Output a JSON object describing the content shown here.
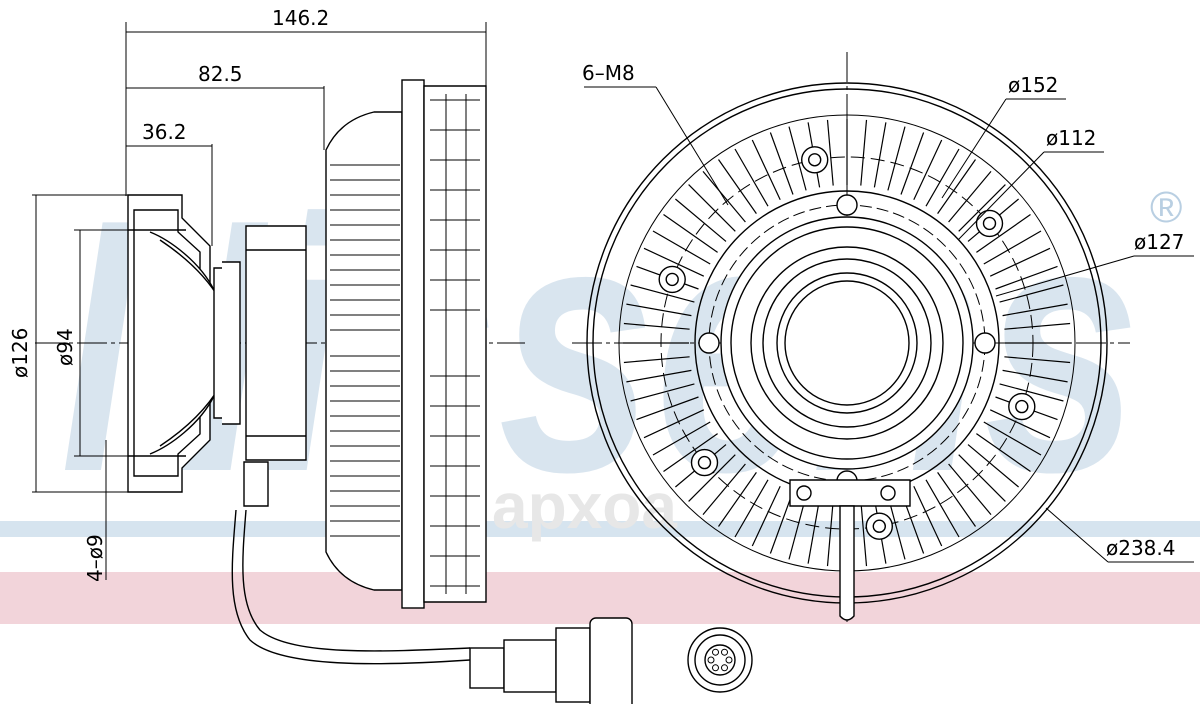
{
  "watermark": {
    "brand": "Nissens",
    "trademark": "®",
    "secondary": "apxoa",
    "band_color": "#f2d4da",
    "stripe_color": "#d6e4ef",
    "logo_color": "#b9cfe2"
  },
  "side_view": {
    "dims": {
      "overall_length": "146.2",
      "hub_length": "82.5",
      "flange_length": "36.2",
      "flange_diameter": "ø126",
      "pilot_diameter": "ø94",
      "bolt_holes": "4–ø9"
    }
  },
  "front_view": {
    "dims": {
      "threaded_holes": "6–M8",
      "outer_bolt_circle": "ø152",
      "inner_bolt_circle": "ø112",
      "body_diameter": "ø127",
      "outer_diameter": "ø238.4"
    }
  },
  "connector": {
    "pin_count": 6
  }
}
